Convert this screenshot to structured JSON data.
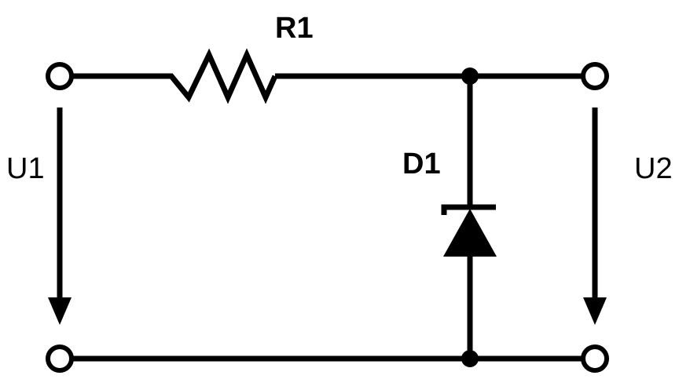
{
  "diagram": {
    "components": {
      "resistor": {
        "label": "R1"
      },
      "diode": {
        "label": "D1"
      }
    },
    "voltages": {
      "input": {
        "label": "U1"
      },
      "output": {
        "label": "U2"
      }
    },
    "colors": {
      "stroke": "#000000",
      "background": "#ffffff",
      "terminal_fill": "#ffffff"
    }
  }
}
